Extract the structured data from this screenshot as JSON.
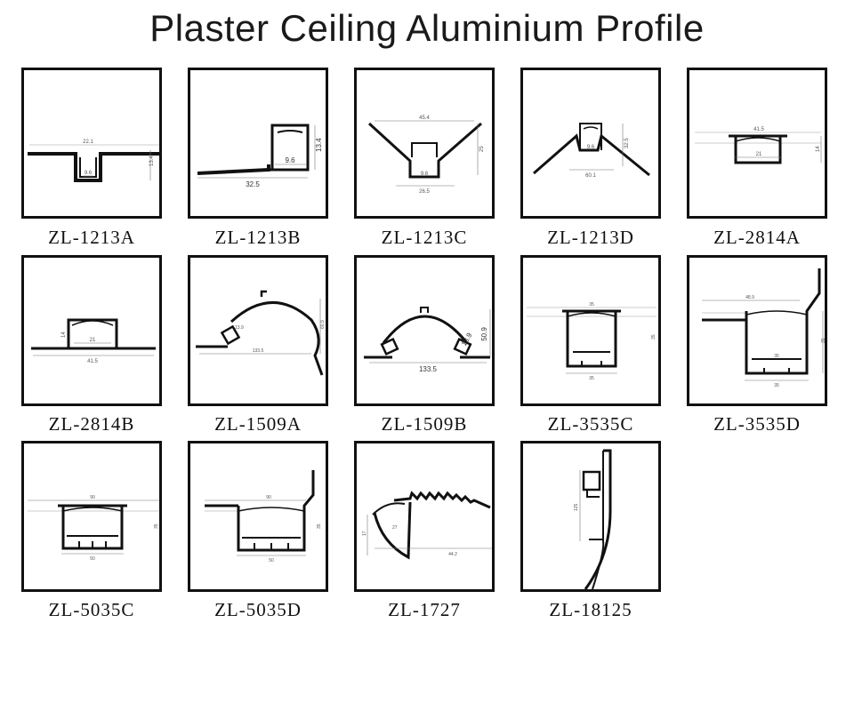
{
  "page": {
    "title": "Plaster Ceiling Aluminium Profile"
  },
  "profiles": [
    {
      "model": "ZL-1213A",
      "dims": [
        "22.1",
        "13.4",
        "9.6"
      ]
    },
    {
      "model": "ZL-1213B",
      "dims": [
        "13.4",
        "9.6",
        "32.5"
      ]
    },
    {
      "model": "ZL-1213C",
      "dims": [
        "45.4",
        "25",
        "9.6",
        "26.5"
      ]
    },
    {
      "model": "ZL-1213D",
      "dims": [
        "9.6",
        "32.5",
        "60.1"
      ]
    },
    {
      "model": "ZL-2814A",
      "dims": [
        "41.5",
        "14",
        "21"
      ]
    },
    {
      "model": "ZL-2814B",
      "dims": [
        "14",
        "21",
        "41.5"
      ]
    },
    {
      "model": "ZL-1509A",
      "dims": [
        "13.9",
        "60.9",
        "133.5"
      ]
    },
    {
      "model": "ZL-1509B",
      "dims": [
        "13.9",
        "50.9",
        "133.5"
      ]
    },
    {
      "model": "ZL-3535C",
      "dims": [
        "35",
        "35",
        "35"
      ]
    },
    {
      "model": "ZL-3535D",
      "dims": [
        "48.9",
        "35",
        "35",
        "35"
      ]
    },
    {
      "model": "ZL-5035C",
      "dims": [
        "90",
        "35",
        "50"
      ]
    },
    {
      "model": "ZL-5035D",
      "dims": [
        "90",
        "35",
        "50"
      ]
    },
    {
      "model": "ZL-1727",
      "dims": [
        "44.2",
        "17",
        "27"
      ]
    },
    {
      "model": "ZL-18125",
      "dims": [
        "125"
      ]
    }
  ]
}
